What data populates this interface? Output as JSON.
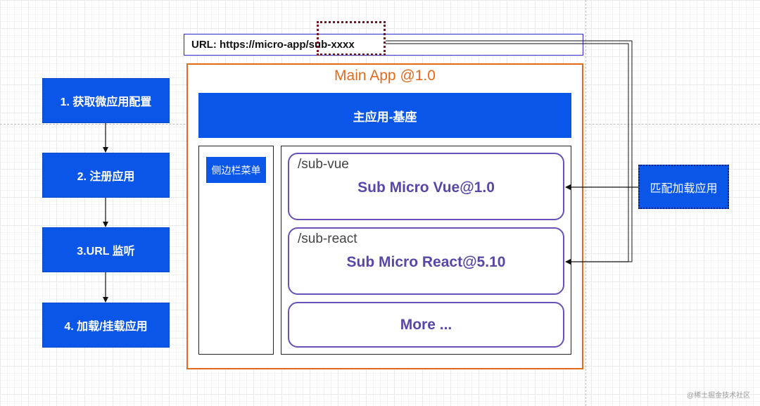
{
  "steps": [
    {
      "label": "1. 获取微应用配置"
    },
    {
      "label": "2. 注册应用"
    },
    {
      "label": "3.URL 监听"
    },
    {
      "label": "4. 加载/挂载应用"
    }
  ],
  "url_bar": {
    "text": "URL: https://micro-app/sub-xxxx"
  },
  "main_app": {
    "title": "Main App @1.0",
    "base_label": "主应用-基座",
    "sidebar_label": "侧边栏菜单",
    "sub_apps": [
      {
        "path": "/sub-vue",
        "name": "Sub Micro Vue@1.0"
      },
      {
        "path": "/sub-react",
        "name": "Sub Micro React@5.10"
      },
      {
        "path": "",
        "name": "More ..."
      }
    ]
  },
  "match_label": "匹配加载应用",
  "watermark": "@稀土掘金技术社区",
  "colors": {
    "blue_fill": "#0a56e8",
    "main_border": "#e36a1a",
    "sub_border": "#6a50b8",
    "url_border": "#2b2bd0",
    "highlight": "#7a1420"
  }
}
